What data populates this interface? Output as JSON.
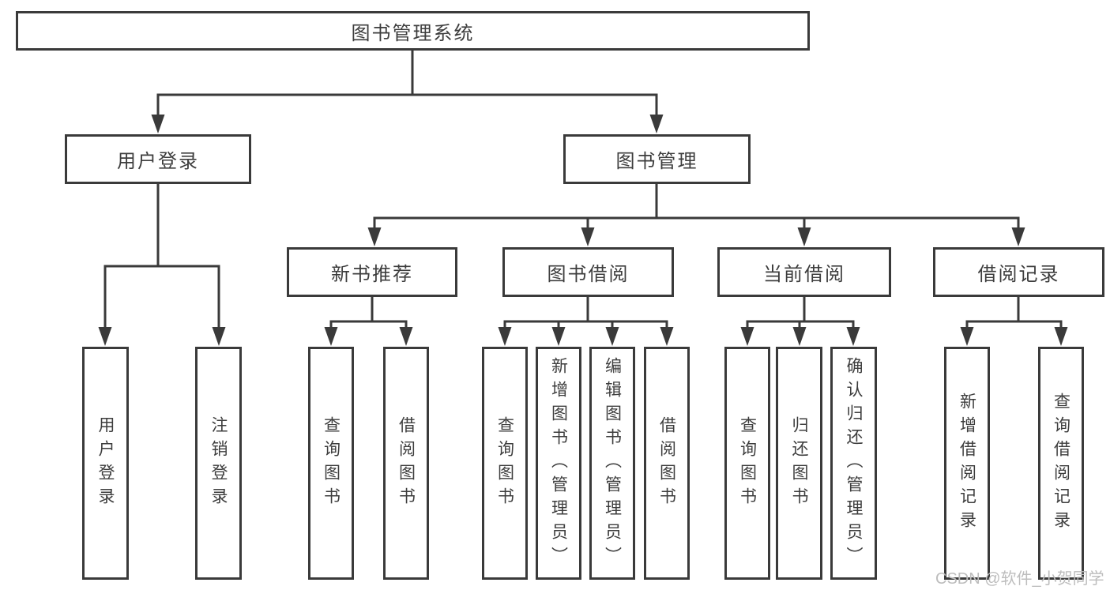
{
  "tree": {
    "root": {
      "label": "图书管理系统"
    },
    "branches": [
      {
        "label": "用户登录",
        "children": [
          {
            "label": "用户登录"
          },
          {
            "label": "注销登录"
          }
        ]
      },
      {
        "label": "图书管理",
        "children": [
          {
            "label": "新书推荐",
            "children": [
              {
                "label": "查询图书"
              },
              {
                "label": "借阅图书"
              }
            ]
          },
          {
            "label": "图书借阅",
            "children": [
              {
                "label": "查询图书"
              },
              {
                "label": "新增图书（管理员）"
              },
              {
                "label": "编辑图书（管理员）"
              },
              {
                "label": "借阅图书"
              }
            ]
          },
          {
            "label": "当前借阅",
            "children": [
              {
                "label": "查询图书"
              },
              {
                "label": "归还图书"
              },
              {
                "label": "确认归还（管理员）"
              }
            ]
          },
          {
            "label": "借阅记录",
            "children": [
              {
                "label": "新增借阅记录"
              },
              {
                "label": "查询借阅记录"
              }
            ]
          }
        ]
      }
    ]
  },
  "watermark": {
    "text": "CSDN @软件_小贺同学"
  },
  "colors": {
    "line": "#3a3a3a",
    "text": "#3d3d3d",
    "watermark": "#bdbdbd",
    "background": "#ffffff"
  }
}
